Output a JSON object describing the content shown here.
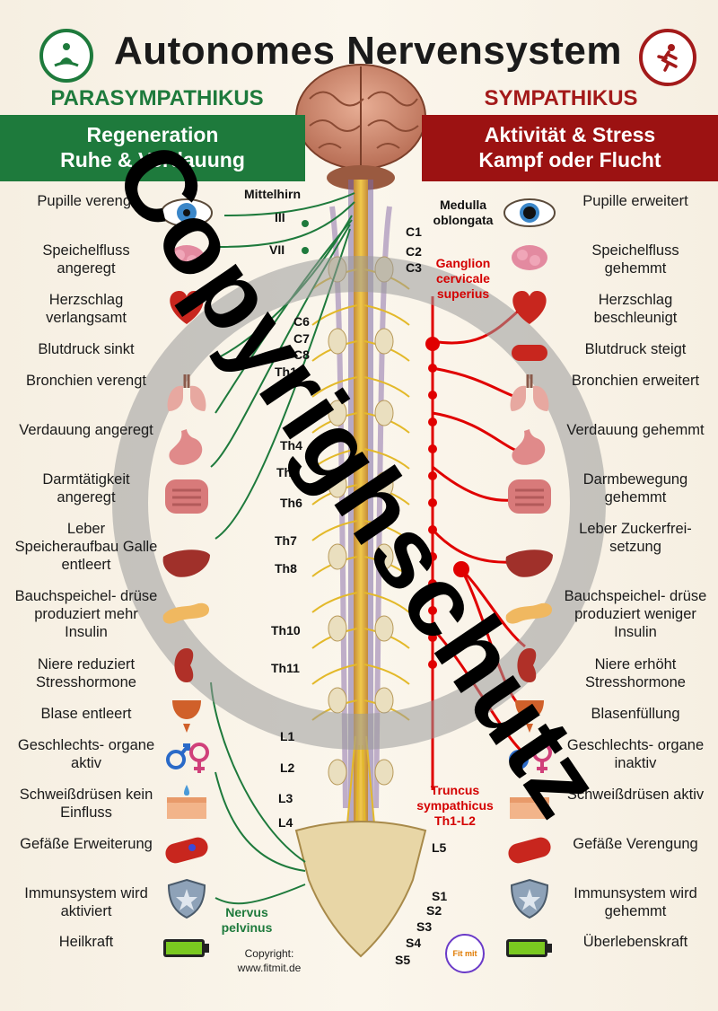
{
  "title": "Autonomes Nervensystem",
  "parasympathetic": {
    "heading": "PARASYMPATHIKUS",
    "banner_line1": "Regeneration",
    "banner_line2": "Ruhe & Verdauung",
    "effects": [
      "Pupille verengt",
      "Speichelfluss angeregt",
      "Herzschlag verlangsamt",
      "Blutdruck sinkt",
      "Bronchien verengt",
      "Verdauung angeregt",
      "Darmtätigkeit angeregt",
      "Leber Speicheraufbau Galle entleert",
      "Bauchspeichel- drüse produziert mehr Insulin",
      "Niere reduziert Stresshormone",
      "Blase entleert",
      "Geschlechts- organe aktiv",
      "Schweißdrüsen kein Einfluss",
      "Gefäße Erweiterung",
      "Immunsystem wird aktiviert",
      "Heilkraft"
    ],
    "nerve_labels": {
      "midbrain": "Mittelhirn",
      "n3": "III",
      "n7": "VII",
      "pelvic": "Nervus pelvinus"
    }
  },
  "sympathetic": {
    "heading": "SYMPATHIKUS",
    "banner_line1": "Aktivität & Stress",
    "banner_line2": "Kampf oder Flucht",
    "effects": [
      "Pupille erweitert",
      "Speichelfluss gehemmt",
      "Herzschlag beschleunigt",
      "Blutdruck steigt",
      "Bronchien erweitert",
      "Verdauung gehemmt",
      "Darmbewegung gehemmt",
      "Leber Zuckerfrei- setzung",
      "Bauchspeichel- drüse produziert weniger Insulin",
      "Niere erhöht Stresshormone",
      "Blasenfüllung",
      "Geschlechts- organe inaktiv",
      "Schweißdrüsen aktiv",
      "Gefäße Verengung",
      "Immunsystem wird gehemmt",
      "Überlebenskraft"
    ],
    "ganglion_label": "Ganglion cervicale superius",
    "trunk_label": "Truncus sympathicus Th1-L2"
  },
  "spine_labels": {
    "medulla": "Medulla oblongata",
    "c1": "C1",
    "c2": "C2",
    "c3": "C3",
    "c6": "C6",
    "c7": "C7",
    "c8": "C8",
    "th1": "Th1",
    "th4": "Th4",
    "th5": "Th5",
    "th6": "Th6",
    "th7": "Th7",
    "th8": "Th8",
    "th10": "Th10",
    "th11": "Th11",
    "l1": "L1",
    "l2": "L2",
    "l3": "L3",
    "l4": "L4",
    "l5": "L5",
    "s1": "S1",
    "s2": "S2",
    "s3": "S3",
    "s4": "S4",
    "s5": "S5"
  },
  "copyright": {
    "line1": "Copyright:",
    "line2": "www.fitmit.de"
  },
  "brand_logo_text": "Fit mit",
  "watermark": "Copyrighschutz",
  "colors": {
    "parasympathetic": "#1e7a3c",
    "sympathetic": "#9c1212",
    "trunk_red": "#e00000",
    "nerve_yellow": "#e3b92a"
  },
  "icons": [
    "meditation-icon",
    "running-person-icon",
    "eye-icon",
    "salivary-gland-icon",
    "heart-icon",
    "blood-vessel-icon",
    "lungs-icon",
    "stomach-icon",
    "intestine-icon",
    "liver-icon",
    "pancreas-icon",
    "kidney-icon",
    "bladder-icon",
    "gender-symbols-icon",
    "sweat-gland-icon",
    "shield-icon",
    "battery-full-icon",
    "battery-low-icon"
  ]
}
